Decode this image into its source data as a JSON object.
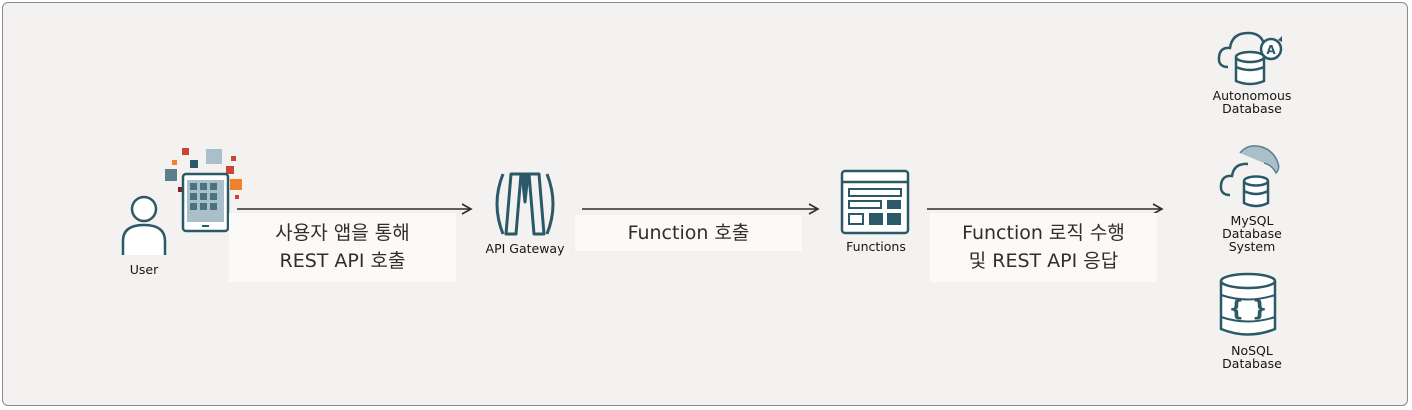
{
  "nodes": {
    "user": {
      "label": "User"
    },
    "api_gateway": {
      "label": "API Gateway"
    },
    "functions": {
      "label": "Functions"
    }
  },
  "flows": {
    "step1": {
      "line1": "사용자  앱을 통해",
      "line2": "REST API 호출"
    },
    "step2": {
      "line1": "Function 호출"
    },
    "step3": {
      "line1": "Function 로직 수행",
      "line2": "및 REST API 응답"
    }
  },
  "databases": [
    {
      "line1": "Autonomous",
      "line2": "Database",
      "line3": "",
      "icon": "autonomous-database-icon"
    },
    {
      "line1": "MySQL",
      "line2": "Database",
      "line3": "System",
      "icon": "mysql-database-icon"
    },
    {
      "line1": "NoSQL",
      "line2": "Database",
      "line3": "",
      "icon": "nosql-database-icon"
    }
  ],
  "colors": {
    "icon": "#2c5967",
    "accent_red": "#c74634",
    "accent_orange": "#f0822e",
    "background": "#f3f2f1",
    "label_box": "#fbfaf9"
  }
}
